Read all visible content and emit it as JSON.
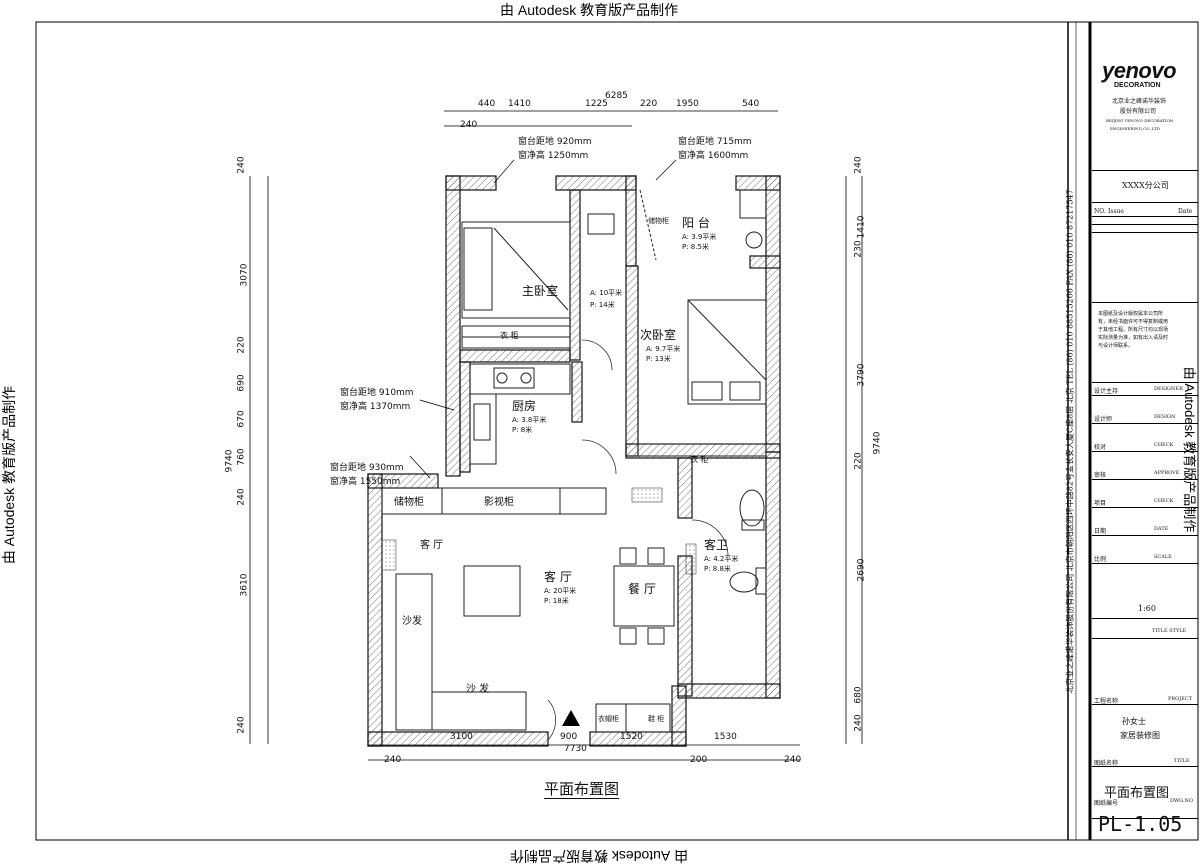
{
  "watermark": "由 Autodesk 教育版产品制作",
  "title_block": {
    "brand": "yenovo",
    "brand_sub": "DECORATION",
    "company_cn": "北京业之峰诺华装饰",
    "company_cn2": "股份有限公司",
    "company_en": "BEIJING YENOVO DECORATION",
    "company_en2": "ENGINEERING CO.,LTD",
    "vertical_contact": "北京业之峰诺华装饰股份有限公司 北京市朝阳区四环中路82号金长安大厦C座8层 北京 TEL (86) 010 88515266 FAX (86) 010 87217547",
    "branch": "XXXX分公司",
    "rev_no": "NO.",
    "rev_issue": "Issue",
    "rev_date": "Date",
    "note": "本图纸及设计版权属本公司所有，未经书面许可不得复制或用于其他工程。所有尺寸均以现场实际测量为准，如有出入请及时与设计师联系。",
    "fields": [
      {
        "cn": "设计主持",
        "en": "DESIGNER"
      },
      {
        "cn": "设计师",
        "en": "DESIGN"
      },
      {
        "cn": "校对",
        "en": "CHECK"
      },
      {
        "cn": "审核",
        "en": "APPROVE"
      },
      {
        "cn": "项目",
        "en": "CHECK"
      },
      {
        "cn": "日期",
        "en": "DATE"
      },
      {
        "cn": "比例",
        "en": "SCALE"
      }
    ],
    "scale": "1:60",
    "title_style_label": "TITLE STYLE",
    "project_cn": "工程名称",
    "project_en": "PROJECT",
    "project_value_1": "孙女士",
    "project_value_2": "家居装修图",
    "drawing_name_cn": "图纸名称",
    "drawing_name_en": "TITLE",
    "drawing_name": "平面布置图",
    "drawing_no_cn": "图纸编号",
    "drawing_no_en": "DWG.NO",
    "drawing_no": "PL-1.05"
  },
  "plan": {
    "title": "平面布置图",
    "dims_top_row1": [
      "440",
      "1410",
      "1225",
      "220",
      "1950",
      "540"
    ],
    "dim_top_total": "6285",
    "dims_top_row2": [
      "240"
    ],
    "dims_bottom_row1": [
      "3100",
      "900",
      "1520",
      "1530"
    ],
    "dim_bottom_total": "7730",
    "dims_bottom_row2": [
      "240",
      "200",
      "240"
    ],
    "dims_left": [
      "240",
      "3070",
      "220",
      "690",
      "670",
      "760",
      "240",
      "3610",
      "240"
    ],
    "dim_left_total": "9740",
    "dims_right": [
      "240",
      "1410",
      "230",
      "3790",
      "220",
      "2690",
      "680",
      "240"
    ],
    "dim_right_total": "9740",
    "window_notes": [
      {
        "l1": "窗台距地 920mm",
        "l2": "窗净高  1250mm"
      },
      {
        "l1": "窗台距地 715mm",
        "l2": "窗净高  1600mm"
      },
      {
        "l1": "窗台距地 910mm",
        "l2": "窗净高  1370mm"
      },
      {
        "l1": "窗台距地 930mm",
        "l2": "窗净高  1550mm"
      }
    ],
    "rooms": [
      {
        "name": "主卧室",
        "area": "A: 10平米",
        "perim": "P: 14米"
      },
      {
        "name": "阳 台",
        "area": "A: 3.9平米",
        "perim": "P: 8.5米"
      },
      {
        "name": "次卧室",
        "area": "A: 9.7平米",
        "perim": "P: 13米"
      },
      {
        "name": "厨房",
        "area": "A: 3.8平米",
        "perim": "P: 8米"
      },
      {
        "name": "客 厅",
        "area": "A: 20平米",
        "perim": "P: 18米"
      },
      {
        "name": "客卫",
        "area": "A: 4.2平米",
        "perim": "P: 8.8米"
      }
    ],
    "labels": {
      "wardrobe1": "衣 柜",
      "wardrobe2": "衣 柜",
      "storage_balcony": "储物柜",
      "storage": "储物柜",
      "tv_cabinet": "影视柜",
      "living_small": "客 厅",
      "dining": "餐 厅",
      "sofa1": "沙发",
      "sofa2": "沙 发",
      "coat": "衣帽柜",
      "shoe": "鞋 柜"
    }
  }
}
